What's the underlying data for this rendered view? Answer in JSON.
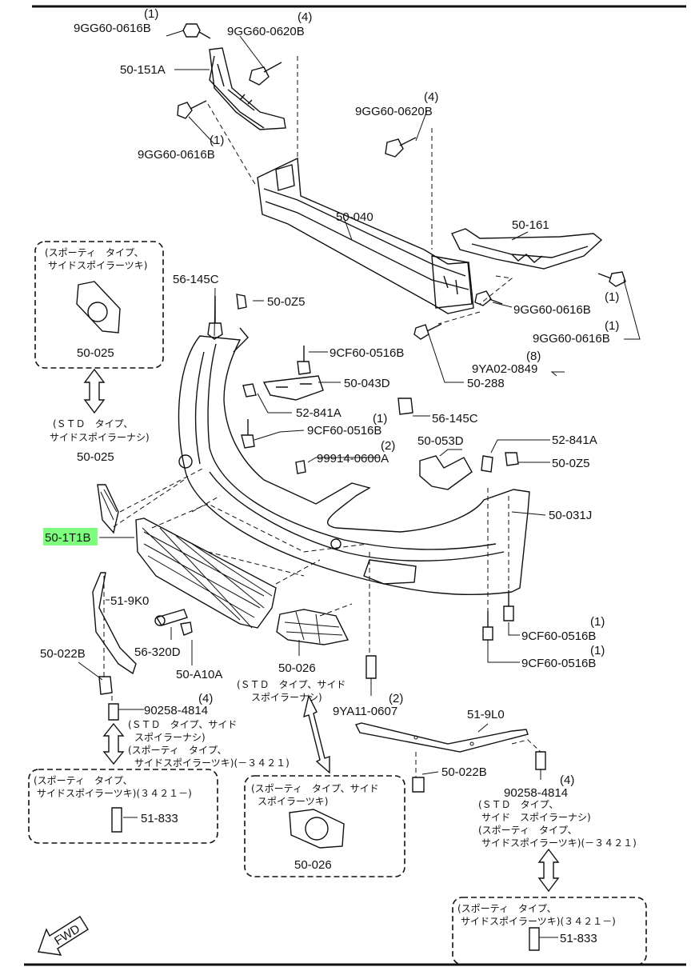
{
  "labels": {
    "p1": "9GG60-0616B",
    "q1": "(1)",
    "p2": "9GG60-0620B",
    "q2": "(4)",
    "p3": "50-151A",
    "p4": "9GG60-0616B",
    "q4": "(1)",
    "p5": "9GG60-0620B",
    "q5": "(4)",
    "p6": "50-040",
    "p7": "50-161",
    "p8": "56-145C",
    "p9": "50-0Z5",
    "p10": "9GG60-0616B",
    "q10": "(1)",
    "p11": "9GG60-0616B",
    "q11": "(1)",
    "p12": "9CF60-0516B",
    "p13": "9YA02-0849",
    "q13": "(8)",
    "p14": "50-043D",
    "p15": "50-288",
    "p16": "52-841A",
    "p17": "56-145C",
    "q17": "(1)",
    "p18": "9CF60-0516B",
    "p19": "50-053D",
    "p20": "52-841A",
    "p21": "99914-0600A",
    "q21": "(2)",
    "p22": "50-0Z5",
    "p23": "50-025",
    "p24": "50-1T1B",
    "p25": "50-031J",
    "p26": "51-9K0",
    "p27": "56-320D",
    "p28": "50-A10A",
    "p29": "50-022B",
    "p30": "50-026",
    "p31": "9CF60-0516B",
    "q31": "(1)",
    "p32": "9CF60-0516B",
    "q32": "(1)",
    "p33": "9YA11-0607",
    "q33": "(2)",
    "p34": "90258-4814",
    "q34": "(4)",
    "p35": "51-9L0",
    "p36": "50-022B",
    "p37": "90258-4814",
    "q37": "(4)",
    "p38": "51-833",
    "p39": "50-026",
    "p40": "51-833",
    "p41": "50-025",
    "fwd": "FWD"
  },
  "notes": {
    "sporty_side_spoiler_a": "(スポーティ　タイプ、",
    "sporty_side_spoiler_b": "サイドスポイラーツキ)",
    "std_no_spoiler_a": "(ＳＴＤ　タイプ、",
    "std_no_spoiler_b": "サイドスポイラーナシ)",
    "std_side_a": "(ＳＴＤ　タイプ、サイド",
    "std_side_b": "スポイラーナシ)",
    "std_side_c": "(ＳＴＤ　タイプ、サイド",
    "std_side_d": "スポイラーナシ)",
    "sporty_range_a": "(スポーティ　タイプ、",
    "sporty_range_b": "サイドスポイラーツキ)(－３４２１)",
    "sporty_box_a": "(スポーティ　タイプ、",
    "sporty_box_b": "サイドスポイラーツキ)(３４２１－)",
    "sporty_side_box_a": "(スポーティ　タイプ、サイド",
    "sporty_side_box_b": "スポイラーツキ)",
    "std_right_a": "(ＳＴＤ　タイプ、",
    "std_right_b": "サイド　スポイラーナシ)",
    "sporty_right_a": "(スポーティ　タイプ、",
    "sporty_right_b": "サイドスポイラーツキ)(－３４２１)",
    "sporty_right_box_a": "(スポーティ　タイプ、",
    "sporty_right_box_b": "サイドスポイラーツキ)(３４２１－)"
  },
  "highlight_color": "#7dff7d"
}
